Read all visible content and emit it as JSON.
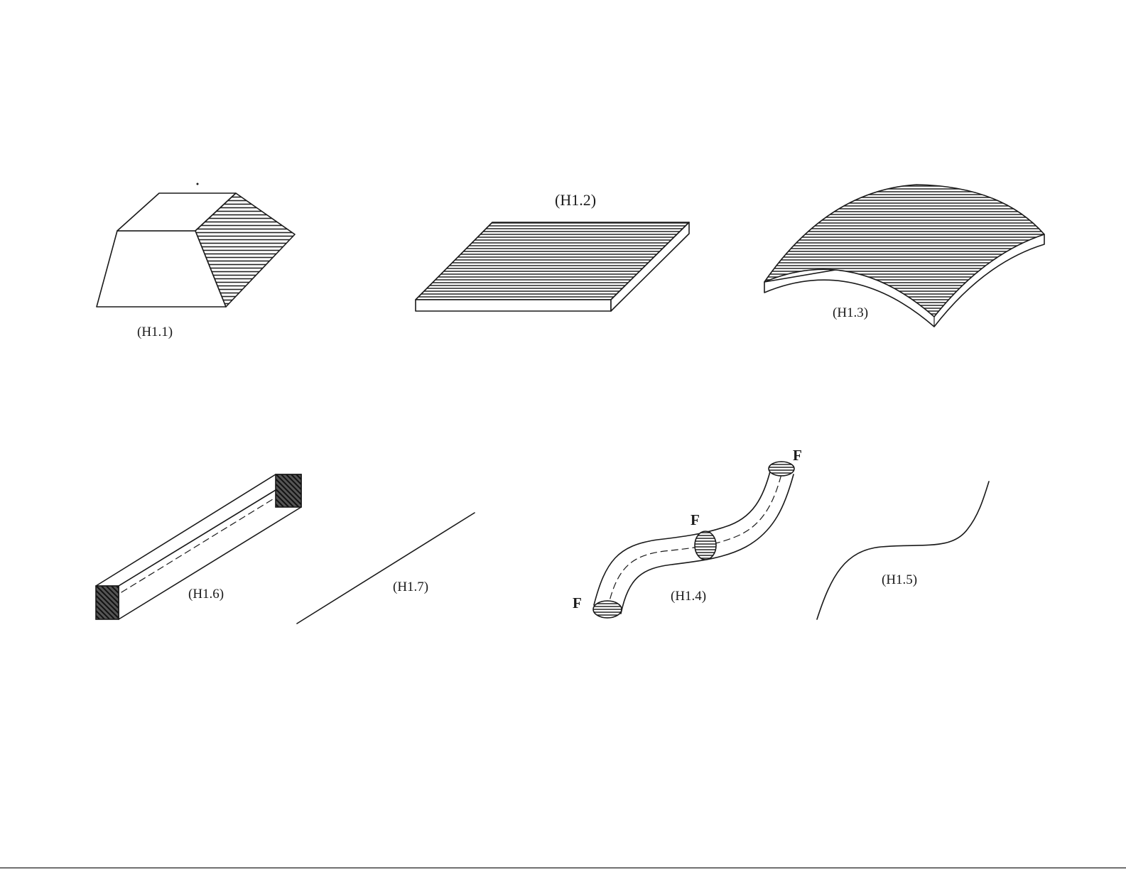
{
  "figures": {
    "h1_1": {
      "label": "(H1.1)"
    },
    "h1_2": {
      "label": "(H1.2)"
    },
    "h1_3": {
      "label": "(H1.3)"
    },
    "h1_4": {
      "label": "(H1.4)",
      "end_labels": [
        "F",
        "F",
        "F"
      ]
    },
    "h1_5": {
      "label": "(H1.5)"
    },
    "h1_6": {
      "label": "(H1.6)"
    },
    "h1_7": {
      "label": "(H1.7)"
    }
  },
  "colors": {
    "ink": "#1a1a1a",
    "background": "#ffffff"
  }
}
